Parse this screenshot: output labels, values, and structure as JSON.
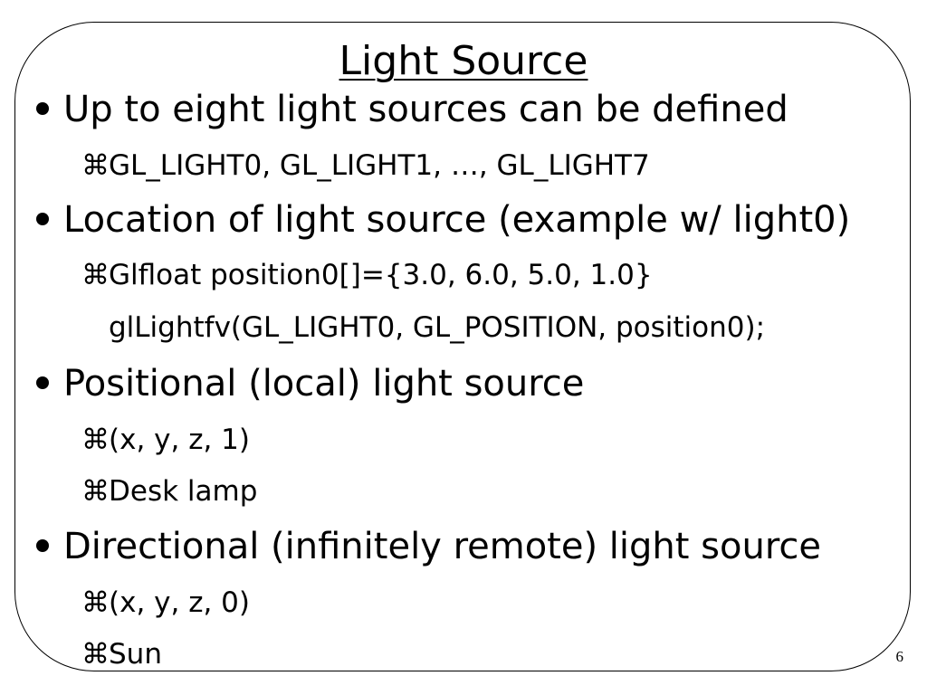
{
  "slide": {
    "title": "Light Source",
    "bullets": [
      {
        "text": "Up to eight light sources can be defined",
        "subs": [
          "GL_LIGHT0, GL_LIGHT1, …, GL_LIGHT7"
        ]
      },
      {
        "text": "Location of light source (example w/ light0)",
        "subs": [
          "Glfloat position0[]={3.0, 6.0, 5.0, 1.0}"
        ],
        "continuation": "glLightfv(GL_LIGHT0, GL_POSITION, position0);"
      },
      {
        "text": "Positional (local) light source",
        "subs": [
          "(x, y, z, 1)",
          "Desk lamp"
        ]
      },
      {
        "text": "Directional (infinitely remote) light source",
        "subs": [
          "(x, y, z, 0)",
          "Sun"
        ]
      }
    ],
    "sub_bullet_icon": "command-key-icon",
    "sub_bullet_glyph": "⌘",
    "page_number": "6"
  }
}
